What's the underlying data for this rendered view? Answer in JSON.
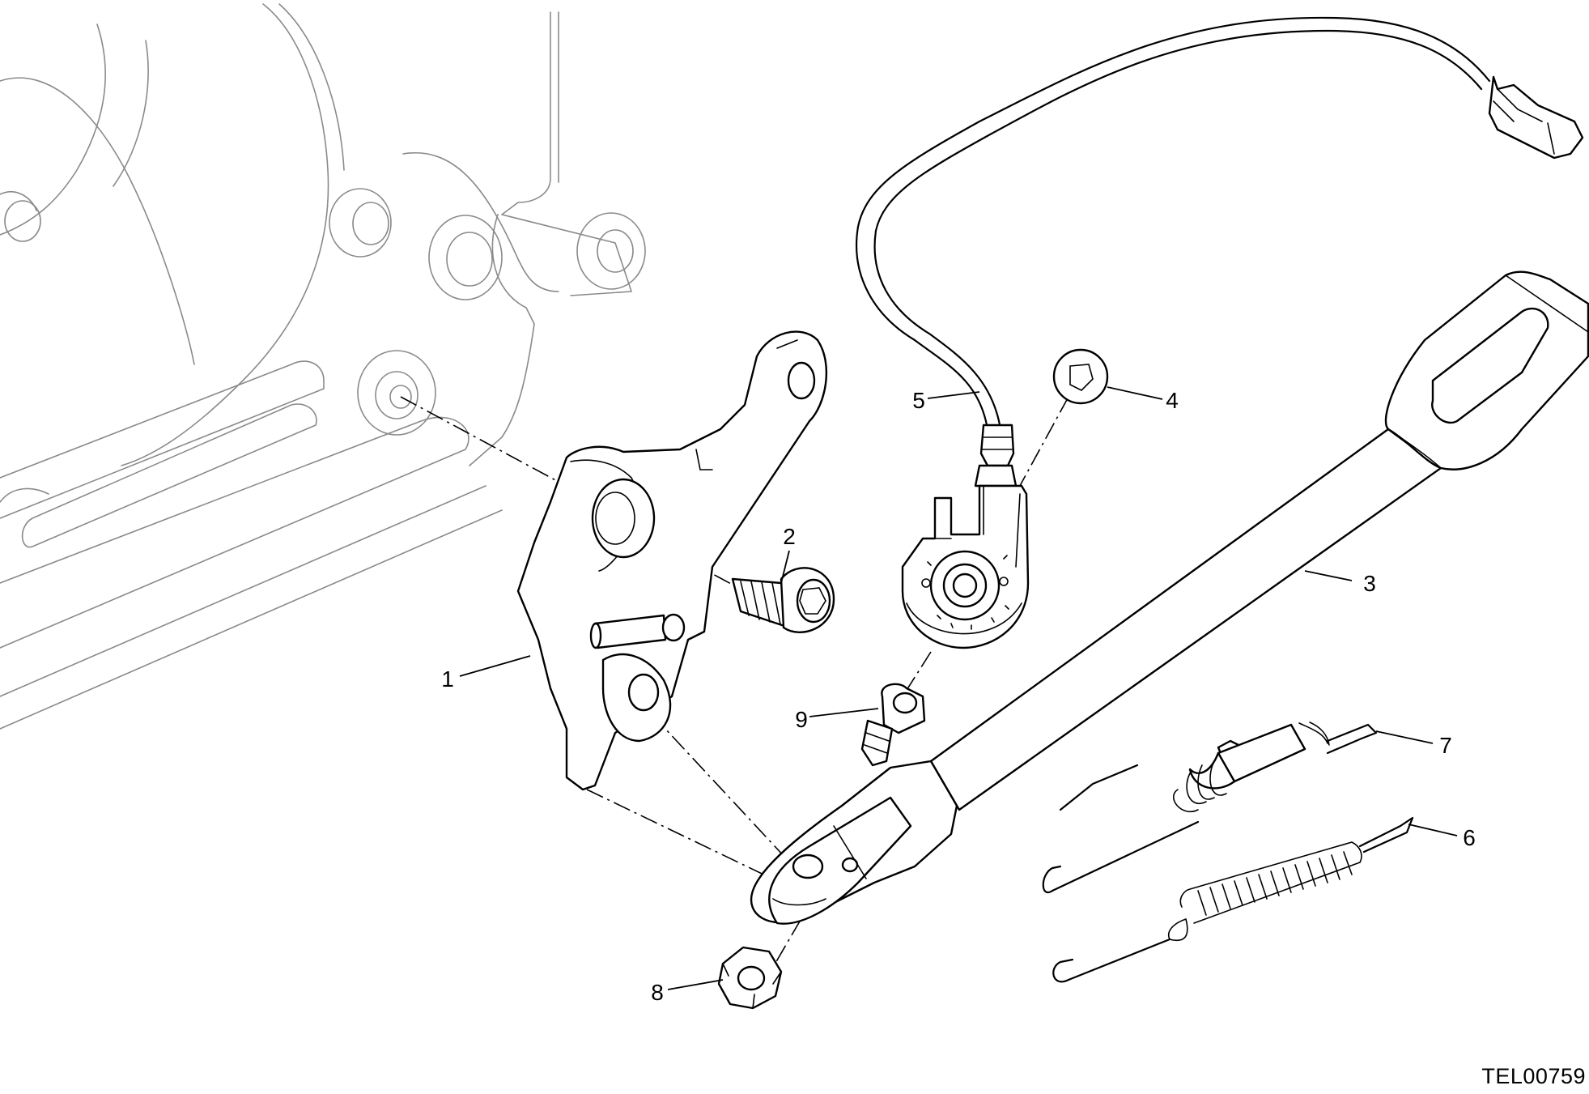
{
  "callouts": {
    "c1": "1",
    "c2": "2",
    "c3": "3",
    "c4": "4",
    "c5": "5",
    "c6": "6",
    "c7": "7",
    "c8": "8",
    "c9": "9"
  },
  "drawing_code": "TEL00759",
  "colors": {
    "line": "#000000",
    "background_part": "#8a8a8a",
    "paper": "#ffffff"
  }
}
